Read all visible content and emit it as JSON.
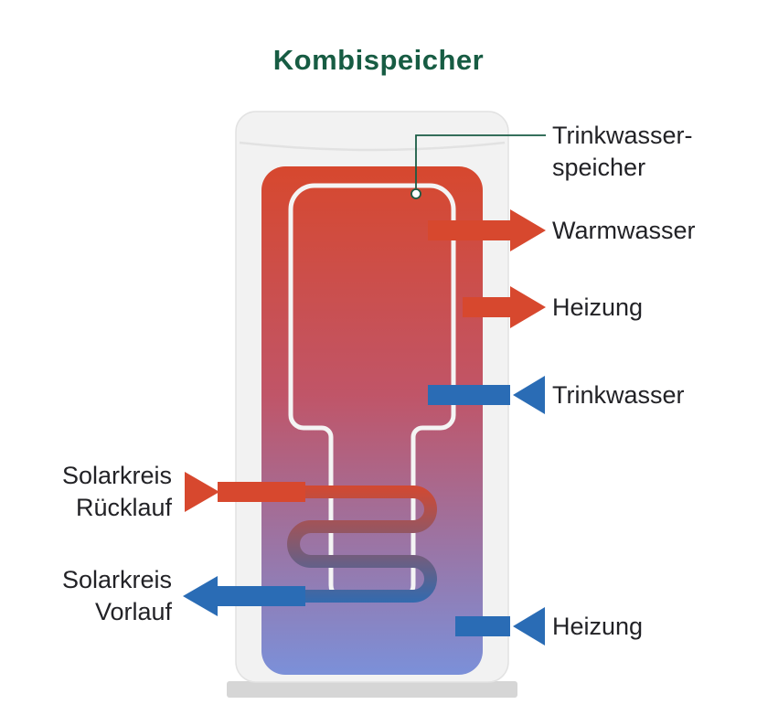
{
  "title": "Kombispeicher",
  "colors": {
    "title_green": "#175c43",
    "red": "#d7482e",
    "blue": "#2a6cb5",
    "gradient_top": "#d7482e",
    "gradient_mid": "#c05568",
    "gradient_bottom": "#7b90d9",
    "tank_body": "#f2f2f2",
    "tank_edge": "#e2e2e2",
    "tank_base": "#d6d6d6",
    "vessel_outline": "#f4f4f4",
    "leader": "#1a5c45",
    "label_text": "#222226"
  },
  "labels": {
    "trinkwasserspeicher_line1": "Trinkwasser-",
    "trinkwasserspeicher_line2": "speicher",
    "warmwasser": "Warmwasser",
    "heizung_top": "Heizung",
    "trinkwasser": "Trinkwasser",
    "heizung_bottom": "Heizung",
    "ruecklauf_line1": "Solarkreis",
    "ruecklauf_line2": "Rücklauf",
    "vorlauf_line1": "Solarkreis",
    "vorlauf_line2": "Vorlauf"
  }
}
